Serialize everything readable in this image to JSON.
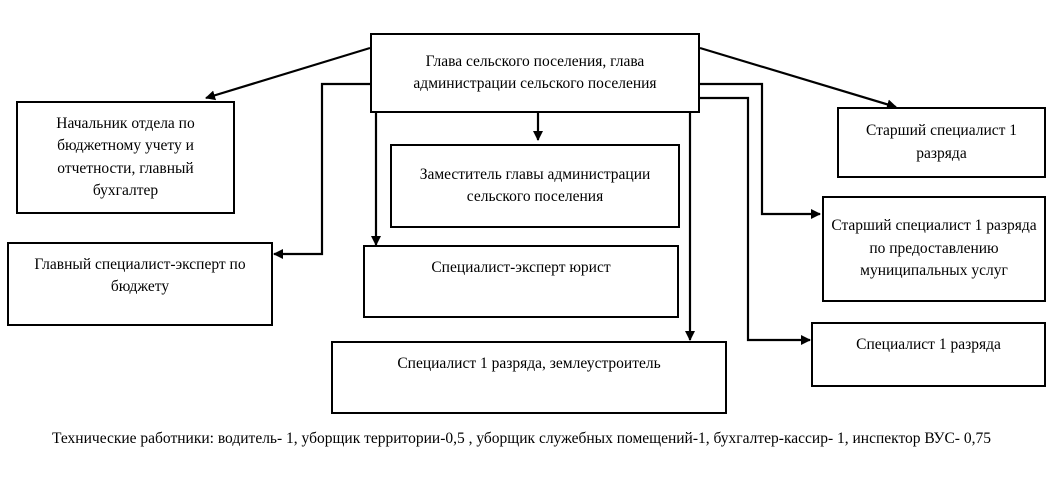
{
  "diagram": {
    "nodes": {
      "head": "Глава сельского поселения, глава администрации сельского поселения",
      "chief_accountant": "Начальник отдела по бюджетному учету и отчетности, главный бухгалтер",
      "deputy_head": "Заместитель главы администрации сельского поселения",
      "chief_specialist_budget": "Главный специалист-эксперт по бюджету",
      "lawyer": "Специалист-эксперт юрист",
      "land_surveyor": "Специалист 1 разряда, землеустроитель",
      "senior_specialist": "Старший специалист 1 разряда",
      "senior_specialist_municipal": "Старший специалист 1 разряда по предоставлению муниципальных услуг",
      "specialist_1": "Специалист 1 разряда"
    },
    "footnote": "Технические работники: водитель- 1, уборщик территории-0,5 , уборщик служебных помещений-1, бухгалтер-кассир- 1, инспектор ВУС- 0,75"
  }
}
